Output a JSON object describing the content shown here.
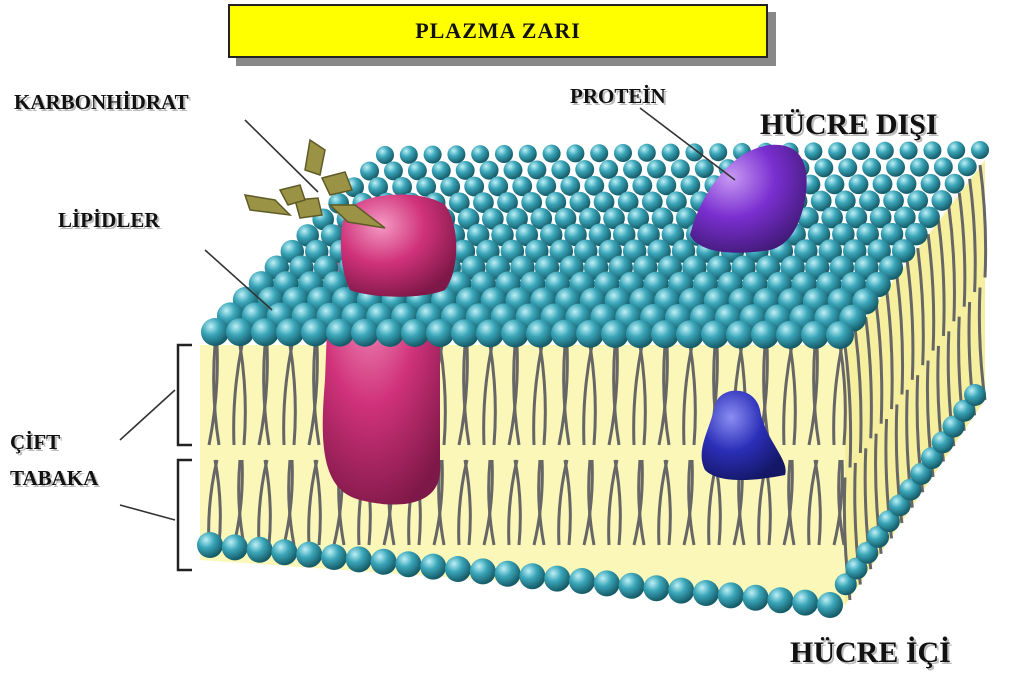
{
  "title": "PLAZMA ZARI",
  "labels": {
    "carbohydrate": "KARBONHİDRAT",
    "protein": "PROTEİN",
    "outside": "HÜCRE DIŞI",
    "lipids": "LİPİDLER",
    "bilayer_line1": "ÇİFT",
    "bilayer_line2": "TABAKA",
    "inside": "HÜCRE İÇİ"
  },
  "colors": {
    "title_bg": "#ffff00",
    "head": "#3aa6b9",
    "membrane_fill": "#fbf7b8",
    "tail": "#666666",
    "glycoprotein": "#d0327a",
    "protein": "#7a2fd0",
    "channel_protein": "#2b2fb8",
    "carbohydrate": "#9a9346"
  }
}
